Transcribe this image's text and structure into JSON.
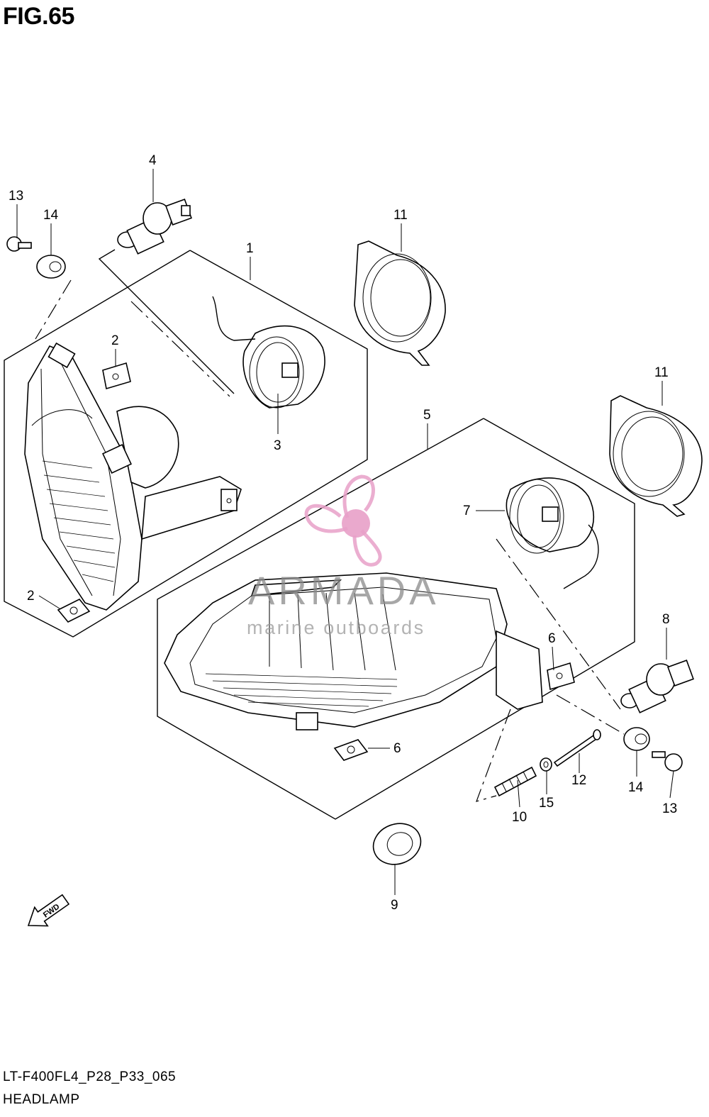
{
  "figure": {
    "title": "FIG.65",
    "code": "LT-F400FL4_P28_P33_065",
    "name": "HEADLAMP"
  },
  "callouts": {
    "c1": "1",
    "c2a": "2",
    "c2b": "2",
    "c3": "3",
    "c4": "4",
    "c5": "5",
    "c6a": "6",
    "c6b": "6",
    "c7": "7",
    "c8": "8",
    "c9": "9",
    "c10": "10",
    "c11a": "11",
    "c11b": "11",
    "c12": "12",
    "c13a": "13",
    "c13b": "13",
    "c14a": "14",
    "c14b": "14",
    "c15": "15"
  },
  "fwd_arrow_label": "FWD",
  "watermark": {
    "brand": "ARMADA",
    "tagline": "marine outboards",
    "color": "#e8a0c8"
  }
}
